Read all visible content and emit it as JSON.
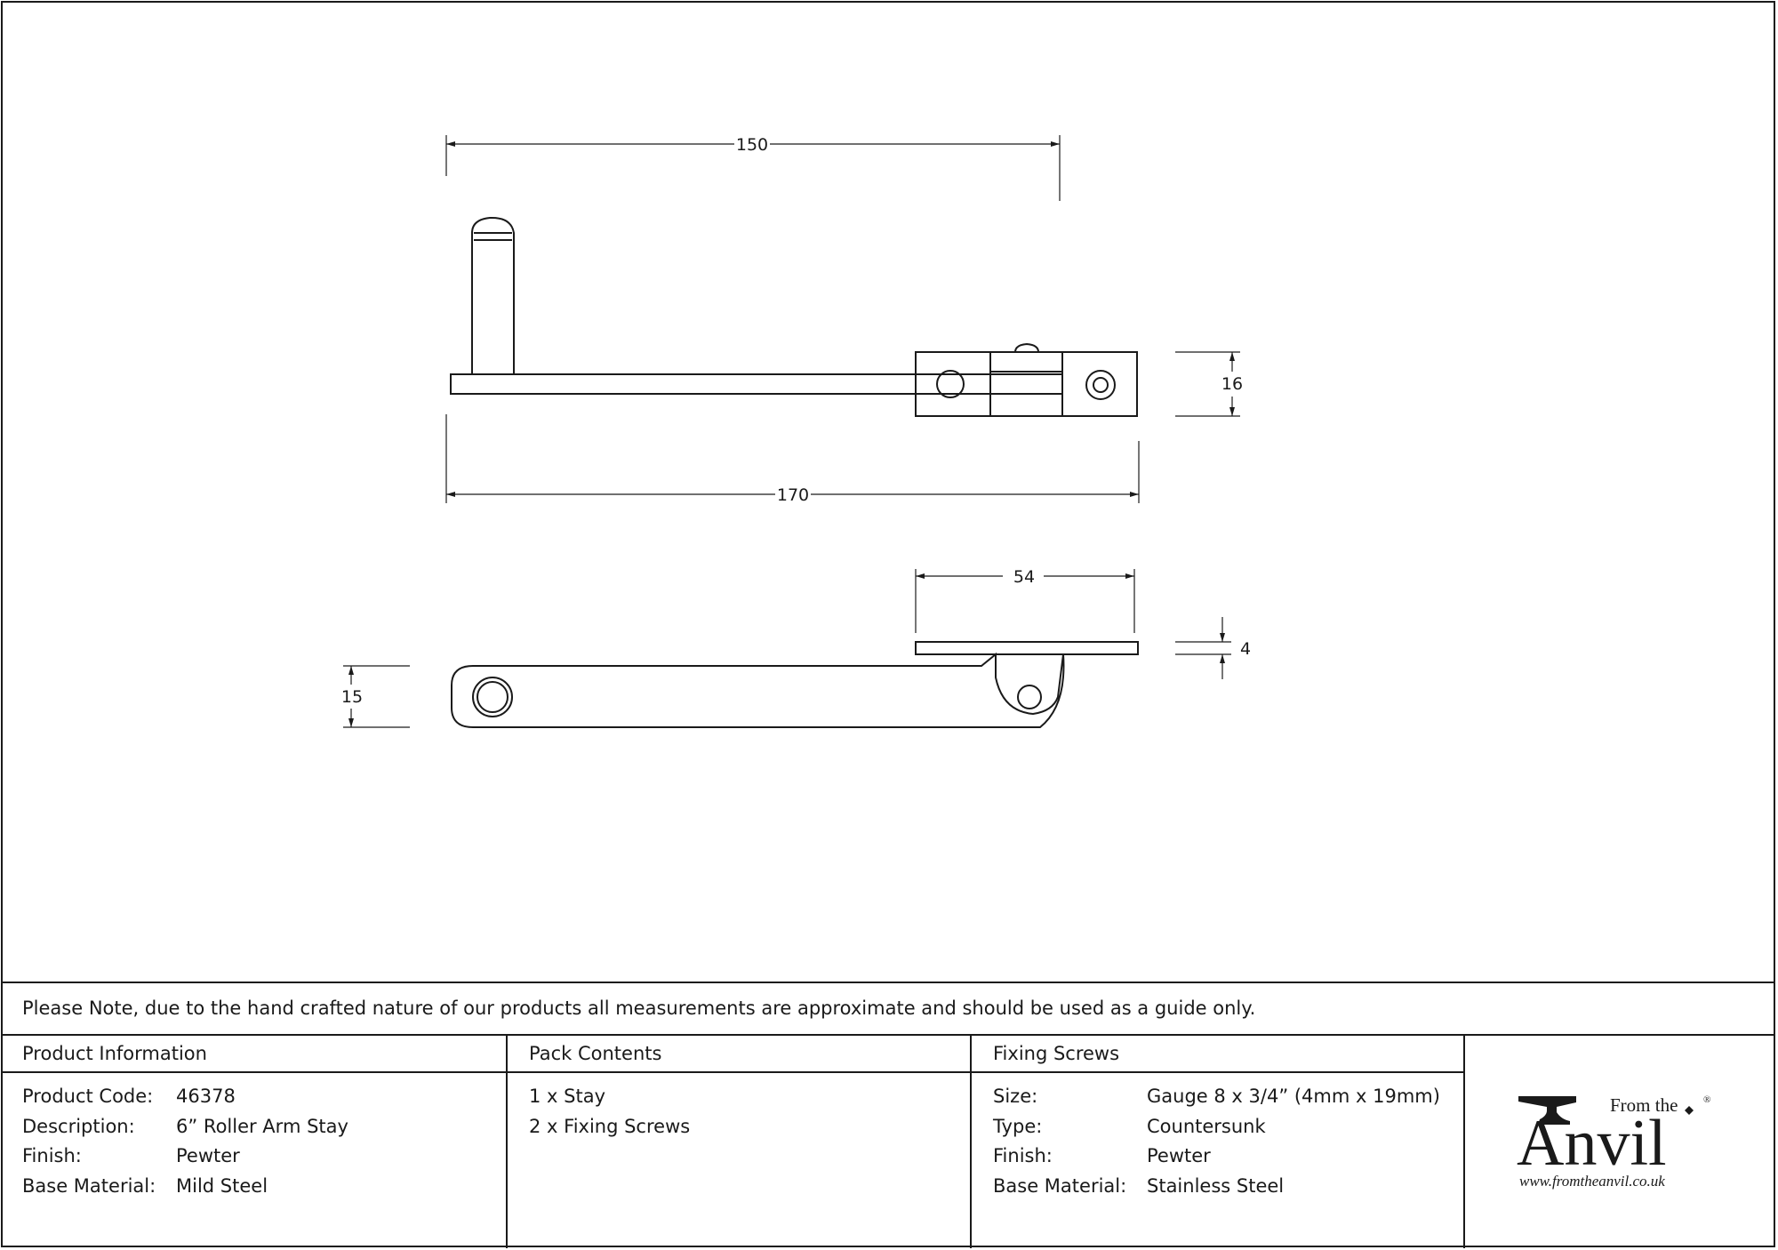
{
  "dimensions": {
    "top_width": "150",
    "overall_length": "170",
    "head_height": "16",
    "base_length": "54",
    "base_thickness": "4",
    "arm_height": "15"
  },
  "note": "Please Note, due to the hand crafted nature of our products all measurements are approximate and should be used as a guide only.",
  "product_info": {
    "heading": "Product Information",
    "rows": [
      {
        "label": "Product Code:",
        "value": "46378"
      },
      {
        "label": "Description:",
        "value": "6” Roller Arm Stay"
      },
      {
        "label": "Finish:",
        "value": "Pewter"
      },
      {
        "label": "Base Material:",
        "value": "Mild Steel"
      }
    ]
  },
  "pack_contents": {
    "heading": "Pack Contents",
    "items": [
      "1 x Stay",
      "2 x Fixing Screws"
    ]
  },
  "fixing_screws": {
    "heading": "Fixing Screws",
    "rows": [
      {
        "label": "Size:",
        "value": "Gauge 8 x 3/4” (4mm x 19mm)"
      },
      {
        "label": "Type:",
        "value": "Countersunk"
      },
      {
        "label": "Finish:",
        "value": "Pewter"
      },
      {
        "label": "Base Material:",
        "value": "Stainless Steel"
      }
    ]
  },
  "logo": {
    "from_the": "From the",
    "brand": "Anvil",
    "registered": "®",
    "website": "www.fromtheanvil.co.uk"
  }
}
